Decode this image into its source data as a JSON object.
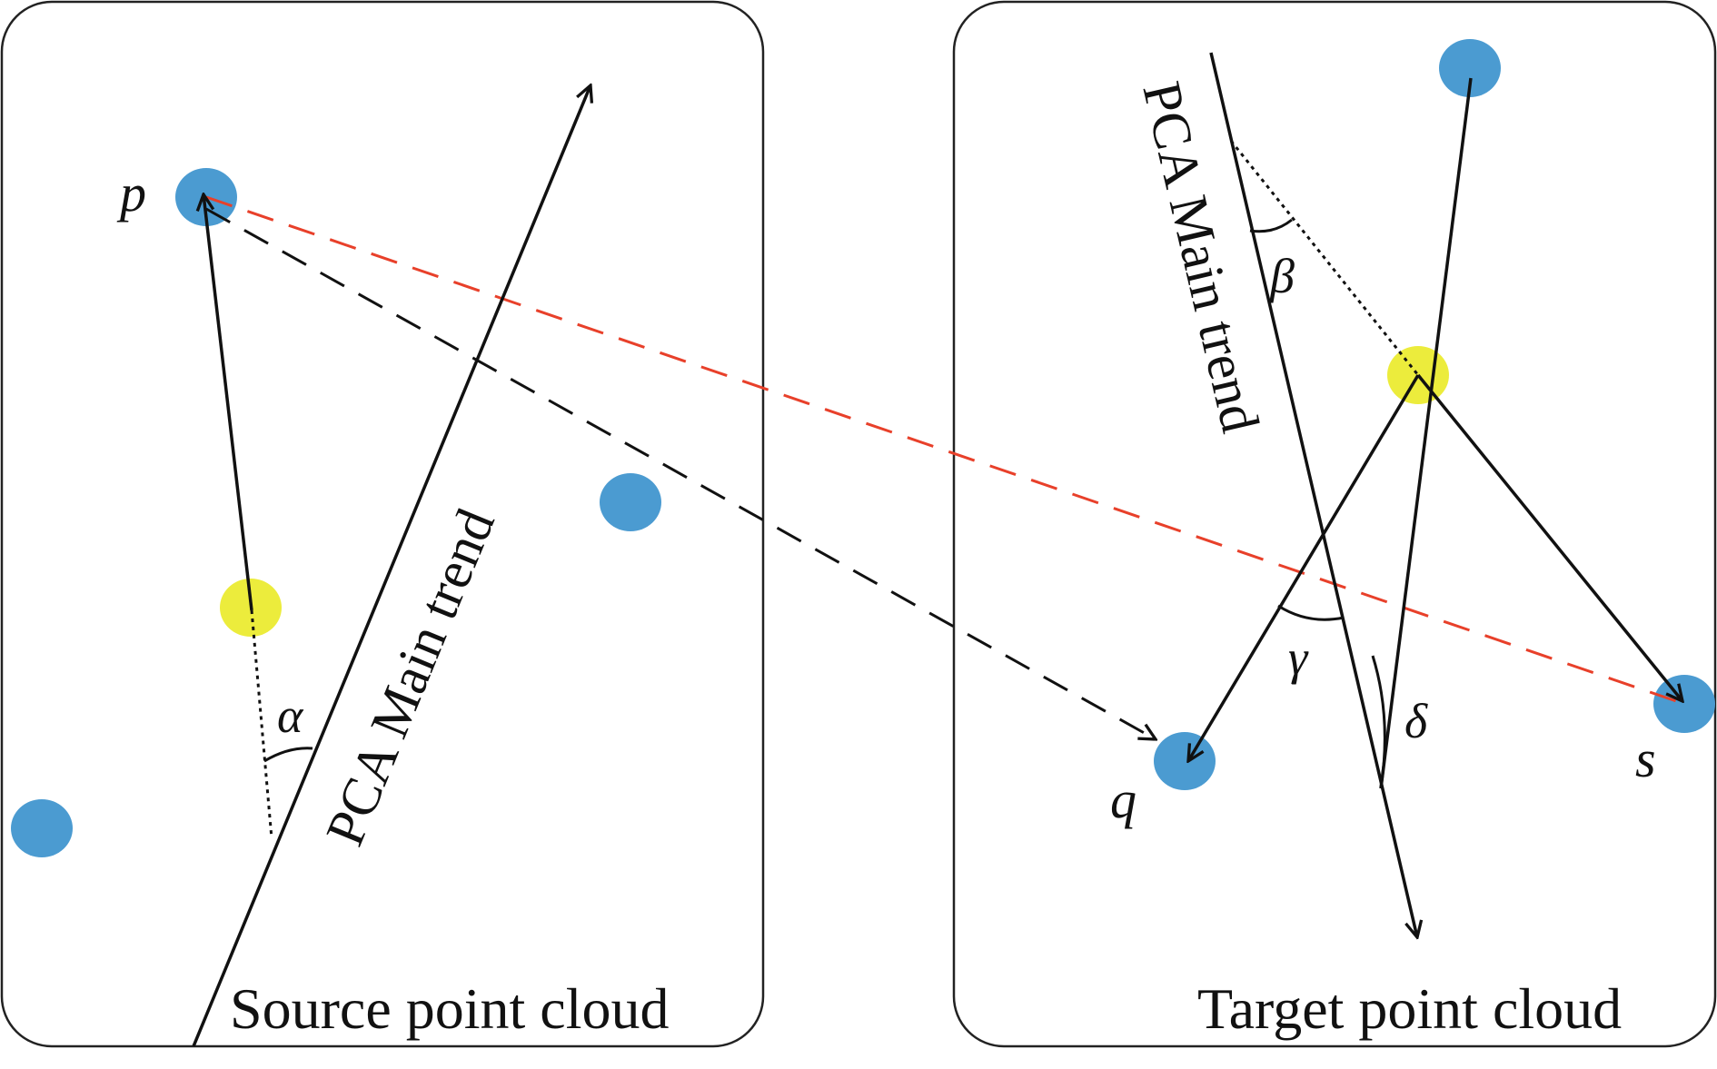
{
  "panels": {
    "source": {
      "caption": "Source point cloud",
      "trend_label": "PCA Main trend"
    },
    "target": {
      "caption": "Target point cloud",
      "trend_label": "PCA Main trend"
    }
  },
  "points": {
    "p": "p",
    "q": "q",
    "s": "s"
  },
  "angles": {
    "alpha": "α",
    "beta": "β",
    "gamma": "γ",
    "delta": "δ"
  },
  "colors": {
    "blue_point": "#4b9bd1",
    "yellow_point": "#ecec3c",
    "red_dashed": "#e8402a",
    "black": "#111111"
  }
}
